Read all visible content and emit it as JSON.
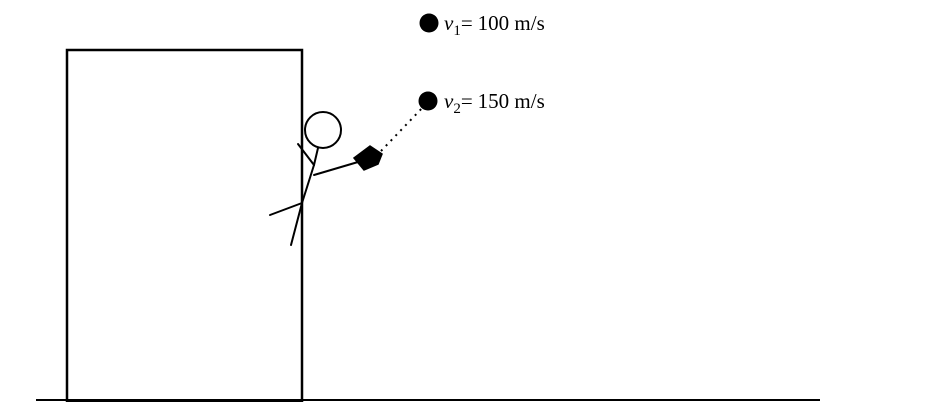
{
  "projectiles": [
    {
      "id": "v1",
      "symbol": "v",
      "subscript": "1",
      "equals": "=",
      "value": "100 m/s"
    },
    {
      "id": "v2",
      "symbol": "v",
      "subscript": "2",
      "equals": "=",
      "value": "150 m/s"
    }
  ]
}
